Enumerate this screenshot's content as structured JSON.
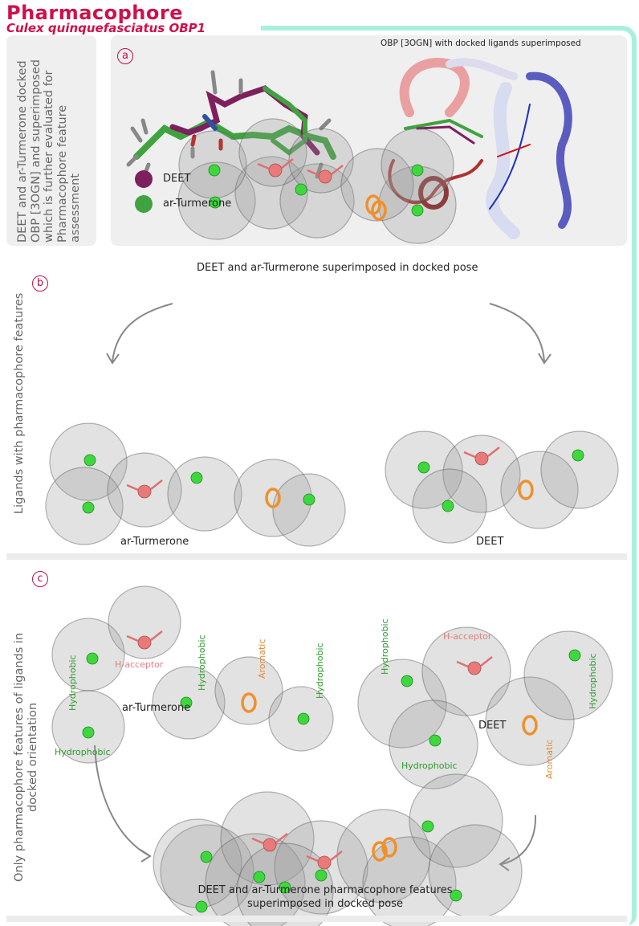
{
  "header": {
    "title": "Pharmacophore",
    "subtitle": "Culex quinquefasciatus OBP1"
  },
  "panel_a": {
    "letter": "a",
    "side_description": "DEET and ar-Turmerone docked\nOBP [3OGN] and superimposed\nwhich is further evaluated for\nPharmacophore feature\nassessment",
    "protein_caption": "OBP [3OGN] with docked ligands superimposed",
    "legend": [
      {
        "label": "DEET",
        "color": "#7e1f5e"
      },
      {
        "label": "ar-Turmerone",
        "color": "#3fa33f"
      }
    ]
  },
  "panel_b": {
    "letter": "b",
    "side_label": "Ligands with pharmacophore features",
    "top_caption": "DEET and ar-Turmerone superimposed in docked pose",
    "left_caption": "ar-Turmerone",
    "right_caption": "DEET"
  },
  "panel_c": {
    "letter": "c",
    "side_label": "Only pharmacophore features of ligands in\ndocked orientation",
    "left_caption": "ar-Turmerone",
    "right_caption": "DEET",
    "bottom_caption": "DEET and ar-Turmerone pharmacophore features\nsuperimposed in docked pose",
    "feature_labels": {
      "hydrophobic": "Hydrophobic",
      "acceptor": "H-acceptor",
      "aromatic": "Aromatic"
    }
  },
  "colors": {
    "brand": "#d0104a",
    "frame": "#a8f0de",
    "hydrophobic": "#2db52d",
    "acceptor": "#e07070",
    "aromatic": "#f0902a",
    "deet": "#8a3fc0",
    "turmerone": "#3fa33f"
  }
}
